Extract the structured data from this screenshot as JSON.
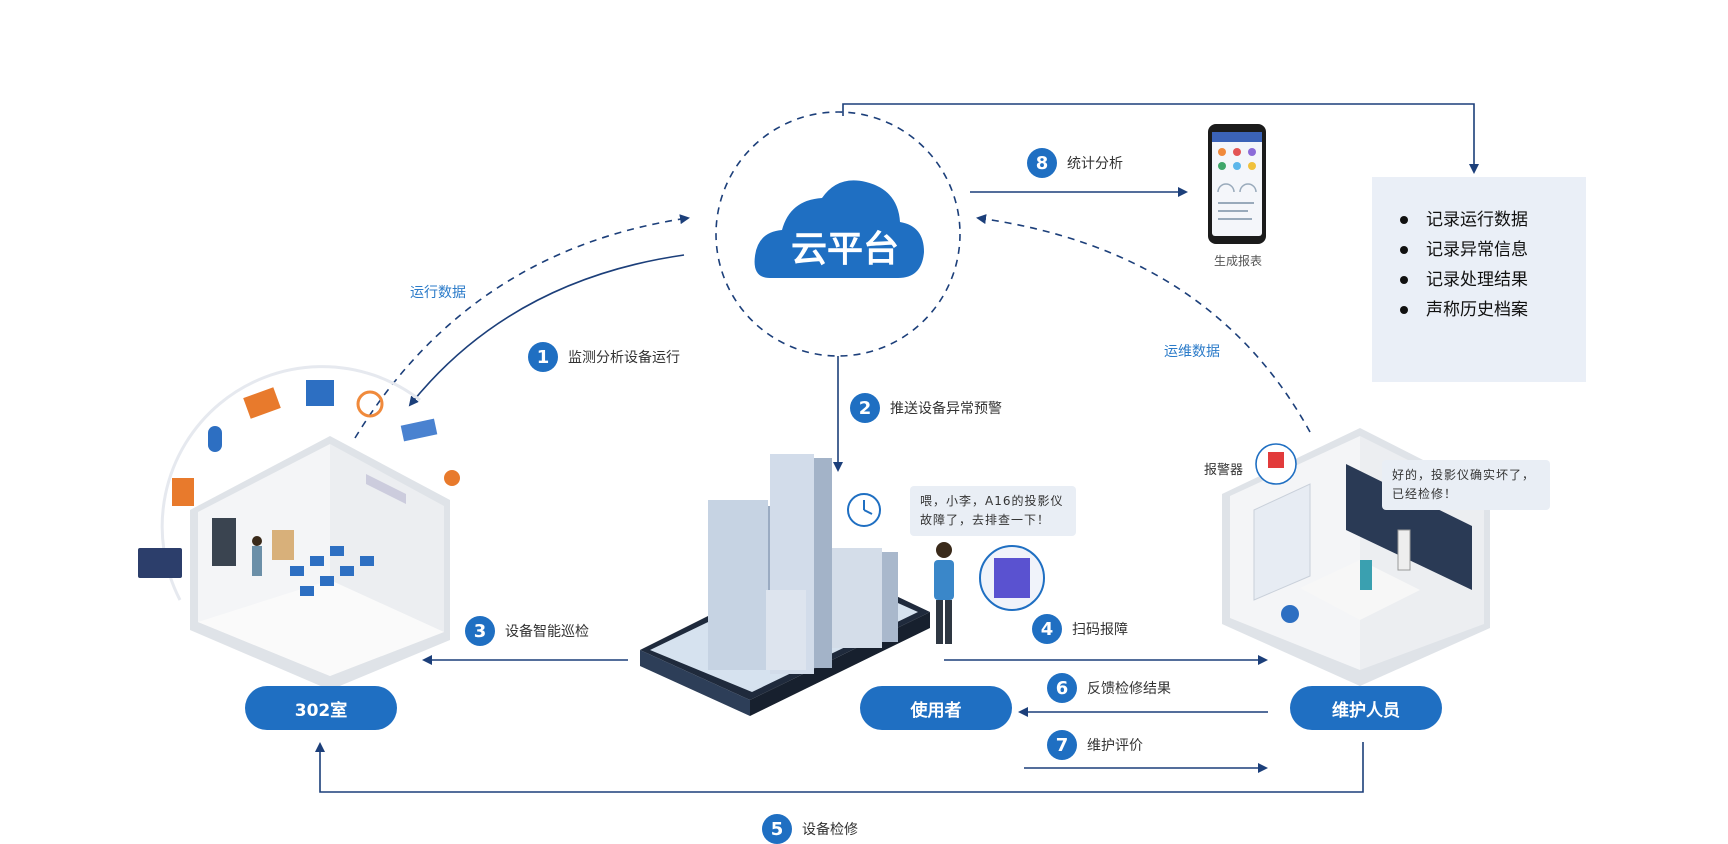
{
  "cloud": {
    "label": "云平台"
  },
  "labels": {
    "run_data": "运行数据",
    "ops_data": "运维数据",
    "report": "生成报表",
    "alarm": "报警器"
  },
  "steps": [
    {
      "num": "1",
      "text": "监测分析设备运行"
    },
    {
      "num": "2",
      "text": "推送设备异常预警"
    },
    {
      "num": "3",
      "text": "设备智能巡检"
    },
    {
      "num": "4",
      "text": "扫码报障"
    },
    {
      "num": "5",
      "text": "设备检修"
    },
    {
      "num": "6",
      "text": "反馈检修结果"
    },
    {
      "num": "7",
      "text": "维护评价"
    },
    {
      "num": "8",
      "text": "统计分析"
    }
  ],
  "nodes": {
    "room": "302室",
    "user": "使用者",
    "maintainer": "维护人员"
  },
  "bubbles": {
    "user_speech": "喂，小李，A16的投影仪故障了，去排查一下！",
    "maintainer_speech": "好的，投影仪确实坏了，已经检修！"
  },
  "panel": {
    "items": [
      "记录运行数据",
      "记录异常信息",
      "记录处理结果",
      "声称历史档案"
    ]
  },
  "colors": {
    "primary": "#1f6fc2",
    "line": "#1c3f7a",
    "label_blue": "#2b7bc9",
    "panel_bg": "#eaeff7"
  }
}
